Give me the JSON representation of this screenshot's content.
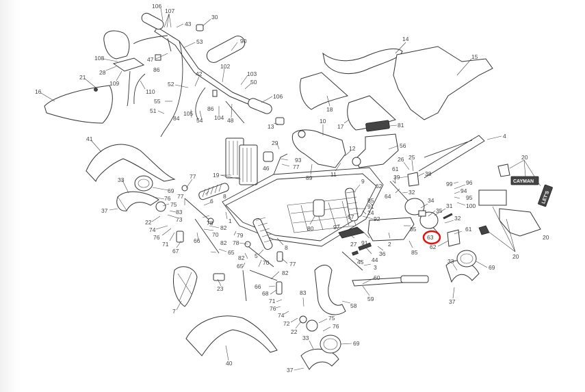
{
  "diagram": {
    "title": "Exploded parts diagram",
    "highlight_color": "#e01010",
    "highlighted_callout": "63",
    "decal_texts": [
      "CAYMAN",
      "LET'S"
    ],
    "callouts": [
      {
        "id": "c106a",
        "label": "106"
      },
      {
        "id": "c107",
        "label": "107"
      },
      {
        "id": "c43",
        "label": "43"
      },
      {
        "id": "c30",
        "label": "30"
      },
      {
        "id": "c90",
        "label": "90"
      },
      {
        "id": "c53",
        "label": "53"
      },
      {
        "id": "c47",
        "label": "47"
      },
      {
        "id": "c108",
        "label": "108"
      },
      {
        "id": "c28",
        "label": "28"
      },
      {
        "id": "c109",
        "label": "109"
      },
      {
        "id": "c86a",
        "label": "86"
      },
      {
        "id": "c21",
        "label": "21"
      },
      {
        "id": "c16",
        "label": "16"
      },
      {
        "id": "c110",
        "label": "110"
      },
      {
        "id": "c52",
        "label": "52"
      },
      {
        "id": "c42",
        "label": "42"
      },
      {
        "id": "c102",
        "label": "102"
      },
      {
        "id": "c103",
        "label": "103"
      },
      {
        "id": "c50",
        "label": "50"
      },
      {
        "id": "c106b",
        "label": "106"
      },
      {
        "id": "c55",
        "label": "55"
      },
      {
        "id": "c51",
        "label": "51"
      },
      {
        "id": "c84",
        "label": "84"
      },
      {
        "id": "c105",
        "label": "105"
      },
      {
        "id": "c54",
        "label": "54"
      },
      {
        "id": "c86b",
        "label": "86"
      },
      {
        "id": "c104",
        "label": "104"
      },
      {
        "id": "c48",
        "label": "48"
      },
      {
        "id": "c13",
        "label": "13"
      },
      {
        "id": "c14",
        "label": "14"
      },
      {
        "id": "c15",
        "label": "15"
      },
      {
        "id": "c18",
        "label": "18"
      },
      {
        "id": "c17",
        "label": "17"
      },
      {
        "id": "c81",
        "label": "81"
      },
      {
        "id": "c10",
        "label": "10"
      },
      {
        "id": "c56",
        "label": "56"
      },
      {
        "id": "c12",
        "label": "12"
      },
      {
        "id": "c11",
        "label": "11"
      },
      {
        "id": "c4",
        "label": "4"
      },
      {
        "id": "c41",
        "label": "41"
      },
      {
        "id": "c29",
        "label": "29"
      },
      {
        "id": "c93",
        "label": "93"
      },
      {
        "id": "c77a",
        "label": "77"
      },
      {
        "id": "c46",
        "label": "46"
      },
      {
        "id": "c89",
        "label": "89"
      },
      {
        "id": "c19",
        "label": "19"
      },
      {
        "id": "c26",
        "label": "26"
      },
      {
        "id": "c25",
        "label": "25"
      },
      {
        "id": "c61a",
        "label": "61"
      },
      {
        "id": "c39",
        "label": "39"
      },
      {
        "id": "c38",
        "label": "38"
      },
      {
        "id": "c62a",
        "label": "62"
      },
      {
        "id": "c32a",
        "label": "32"
      },
      {
        "id": "c64",
        "label": "64"
      },
      {
        "id": "c99",
        "label": "99"
      },
      {
        "id": "c96",
        "label": "96"
      },
      {
        "id": "c94",
        "label": "94"
      },
      {
        "id": "c95",
        "label": "95"
      },
      {
        "id": "c100",
        "label": "100"
      },
      {
        "id": "c20a",
        "label": "20"
      },
      {
        "id": "c20b",
        "label": "20"
      },
      {
        "id": "c34",
        "label": "34"
      },
      {
        "id": "c35",
        "label": "35"
      },
      {
        "id": "c31",
        "label": "31"
      },
      {
        "id": "c32b",
        "label": "32"
      },
      {
        "id": "c63",
        "label": "63"
      },
      {
        "id": "c61b",
        "label": "61"
      },
      {
        "id": "c62b",
        "label": "62"
      },
      {
        "id": "c33a",
        "label": "33"
      },
      {
        "id": "c69a",
        "label": "69"
      },
      {
        "id": "c37a",
        "label": "37"
      },
      {
        "id": "c76a",
        "label": "76"
      },
      {
        "id": "c75a",
        "label": "75"
      },
      {
        "id": "c83a",
        "label": "83"
      },
      {
        "id": "c73",
        "label": "73"
      },
      {
        "id": "c22a",
        "label": "22"
      },
      {
        "id": "c74a",
        "label": "74"
      },
      {
        "id": "c76b",
        "label": "76"
      },
      {
        "id": "c71a",
        "label": "71"
      },
      {
        "id": "c67",
        "label": "67"
      },
      {
        "id": "c77b",
        "label": "77"
      },
      {
        "id": "c77c",
        "label": "77"
      },
      {
        "id": "c8a",
        "label": "8"
      },
      {
        "id": "c6",
        "label": "6"
      },
      {
        "id": "c78a",
        "label": "78"
      },
      {
        "id": "c82a",
        "label": "82"
      },
      {
        "id": "c66a",
        "label": "66"
      },
      {
        "id": "c70a",
        "label": "70"
      },
      {
        "id": "c1",
        "label": "1"
      },
      {
        "id": "c82b",
        "label": "82"
      },
      {
        "id": "c65a",
        "label": "65"
      },
      {
        "id": "c79",
        "label": "79"
      },
      {
        "id": "c78b",
        "label": "78"
      },
      {
        "id": "c5",
        "label": "5"
      },
      {
        "id": "c8b",
        "label": "8"
      },
      {
        "id": "c77d",
        "label": "77"
      },
      {
        "id": "c80",
        "label": "80"
      },
      {
        "id": "c9",
        "label": "9"
      },
      {
        "id": "c85a",
        "label": "85"
      },
      {
        "id": "c57",
        "label": "57"
      },
      {
        "id": "c91a",
        "label": "91"
      },
      {
        "id": "c24",
        "label": "24"
      },
      {
        "id": "c92",
        "label": "92"
      },
      {
        "id": "c97",
        "label": "97"
      },
      {
        "id": "c91b",
        "label": "91"
      },
      {
        "id": "c27",
        "label": "27"
      },
      {
        "id": "c85b",
        "label": "85"
      },
      {
        "id": "c85c",
        "label": "85"
      },
      {
        "id": "c2",
        "label": "2"
      },
      {
        "id": "c36",
        "label": "36"
      },
      {
        "id": "c44",
        "label": "44"
      },
      {
        "id": "c45",
        "label": "45"
      },
      {
        "id": "c3",
        "label": "3"
      },
      {
        "id": "c60",
        "label": "60"
      },
      {
        "id": "c59",
        "label": "59"
      },
      {
        "id": "c58",
        "label": "58"
      },
      {
        "id": "c82c",
        "label": "82"
      },
      {
        "id": "c65b",
        "label": "65"
      },
      {
        "id": "c70b",
        "label": "70"
      },
      {
        "id": "c82d",
        "label": "82"
      },
      {
        "id": "c66b",
        "label": "66"
      },
      {
        "id": "c23",
        "label": "23"
      },
      {
        "id": "c7",
        "label": "7"
      },
      {
        "id": "c68",
        "label": "68"
      },
      {
        "id": "c71b",
        "label": "71"
      },
      {
        "id": "c76c",
        "label": "76"
      },
      {
        "id": "c74b",
        "label": "74"
      },
      {
        "id": "c83b",
        "label": "83"
      },
      {
        "id": "c72",
        "label": "72"
      },
      {
        "id": "c22b",
        "label": "22"
      },
      {
        "id": "c75b",
        "label": "75"
      },
      {
        "id": "c76d",
        "label": "76"
      },
      {
        "id": "c69b",
        "label": "69"
      },
      {
        "id": "c33b",
        "label": "33"
      },
      {
        "id": "c37b",
        "label": "37"
      },
      {
        "id": "c40",
        "label": "40"
      },
      {
        "id": "c33c",
        "label": "33"
      },
      {
        "id": "c69c",
        "label": "69"
      },
      {
        "id": "c37c",
        "label": "37"
      },
      {
        "id": "c20c",
        "label": "20"
      }
    ]
  }
}
